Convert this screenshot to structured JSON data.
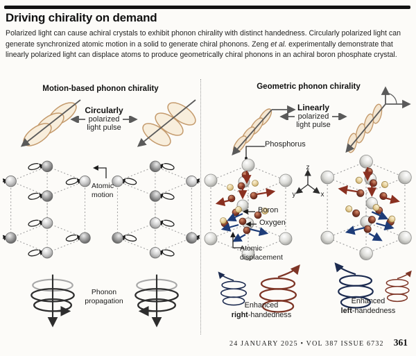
{
  "page": {
    "title": "Driving chirality on demand",
    "intro_pre": "Polarized light can cause achiral crystals to exhibit phonon chirality with distinct handedness. Circularly polarized light can generate synchronized atomic motion in a solid to generate chiral phonons. Zeng ",
    "intro_italic": "et al.",
    "intro_post": " experimentally demonstrate that linearly polarized light can displace atoms to produce geometrically chiral phonons in an achiral boron phosphate crystal."
  },
  "left_panel": {
    "title": "Motion-based phonon chirality",
    "pulse": {
      "line1": "Circularly",
      "line2": "polarized",
      "line3": "light pulse"
    },
    "atomic_motion": {
      "line1": "Atomic",
      "line2": "motion"
    },
    "phonon": {
      "line1": "Phonon",
      "line2": "propagation"
    }
  },
  "right_panel": {
    "title": "Geometric phonon chirality",
    "pulse": {
      "line1": "Linearly",
      "line2": "polarized",
      "line3": "light pulse"
    },
    "labels": {
      "phosphorus": "Phosphorus",
      "boron": "Boron",
      "oxygen": "Oxygen",
      "displacement1": "Atomic",
      "displacement2": "displacement"
    },
    "axes": {
      "x": "x",
      "y": "y",
      "z": "z"
    },
    "right_hand": {
      "line1": "Enhanced",
      "bold": "right",
      "rest": "-handedness"
    },
    "left_hand": {
      "line1": "Enhanced",
      "bold": "left",
      "rest": "-handedness"
    }
  },
  "footer": {
    "issue": "24 JANUARY 2025 • VOL 387 ISSUE 6732",
    "page": "361"
  },
  "colors": {
    "navy_spiral": "#1c2b50",
    "maroon_spiral": "#7e3526",
    "red_displacement_arrow": "#8a3020",
    "blue_displacement_arrow": "#1d3c78",
    "light_pulse_tan": "#c49a6c",
    "light_pulse_fill": "#f8eedc",
    "oxygen_atom": "#8c4430",
    "boron_atom": "#e3cc96",
    "phosphorus_atom": "#d9d9d6"
  }
}
